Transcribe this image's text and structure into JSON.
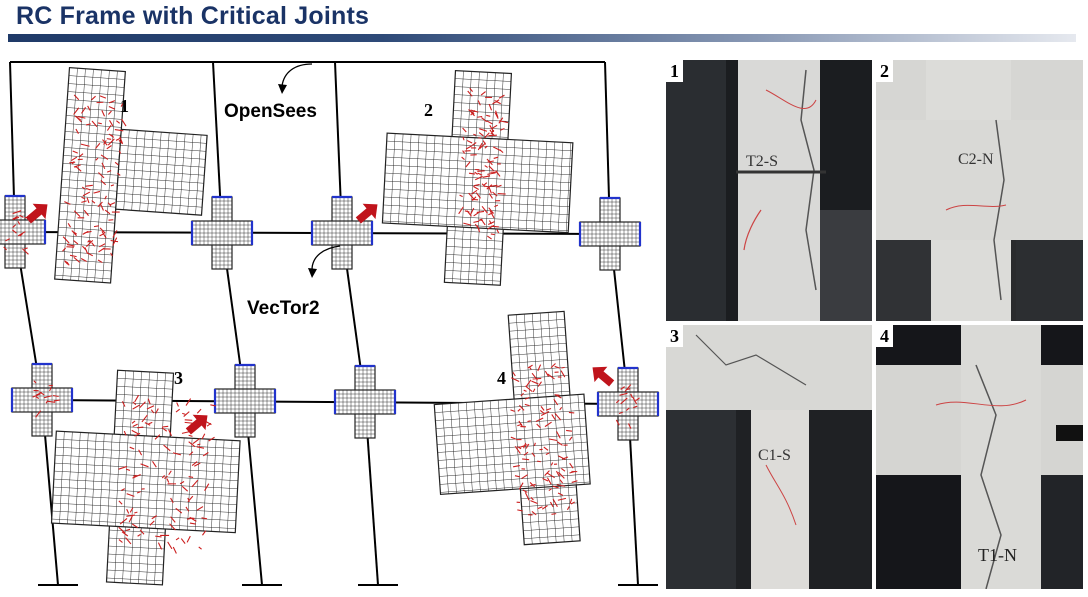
{
  "title": "RC Frame with Critical Joints",
  "callouts": {
    "opensees": "OpenSees",
    "vector2": "VecTor2"
  },
  "joint_labels": [
    "1",
    "2",
    "3",
    "4"
  ],
  "photos": [
    {
      "number": "1",
      "tag": "T2-S"
    },
    {
      "number": "2",
      "tag": "C2-N"
    },
    {
      "number": "3",
      "tag": "C1-S"
    },
    {
      "number": "4",
      "tag": "T1-N"
    }
  ],
  "colors": {
    "title": "#1a3366",
    "arrow": "#c0141c",
    "crack": "#cc1f1f",
    "mesh": "#222222",
    "support": "#2233cc"
  }
}
